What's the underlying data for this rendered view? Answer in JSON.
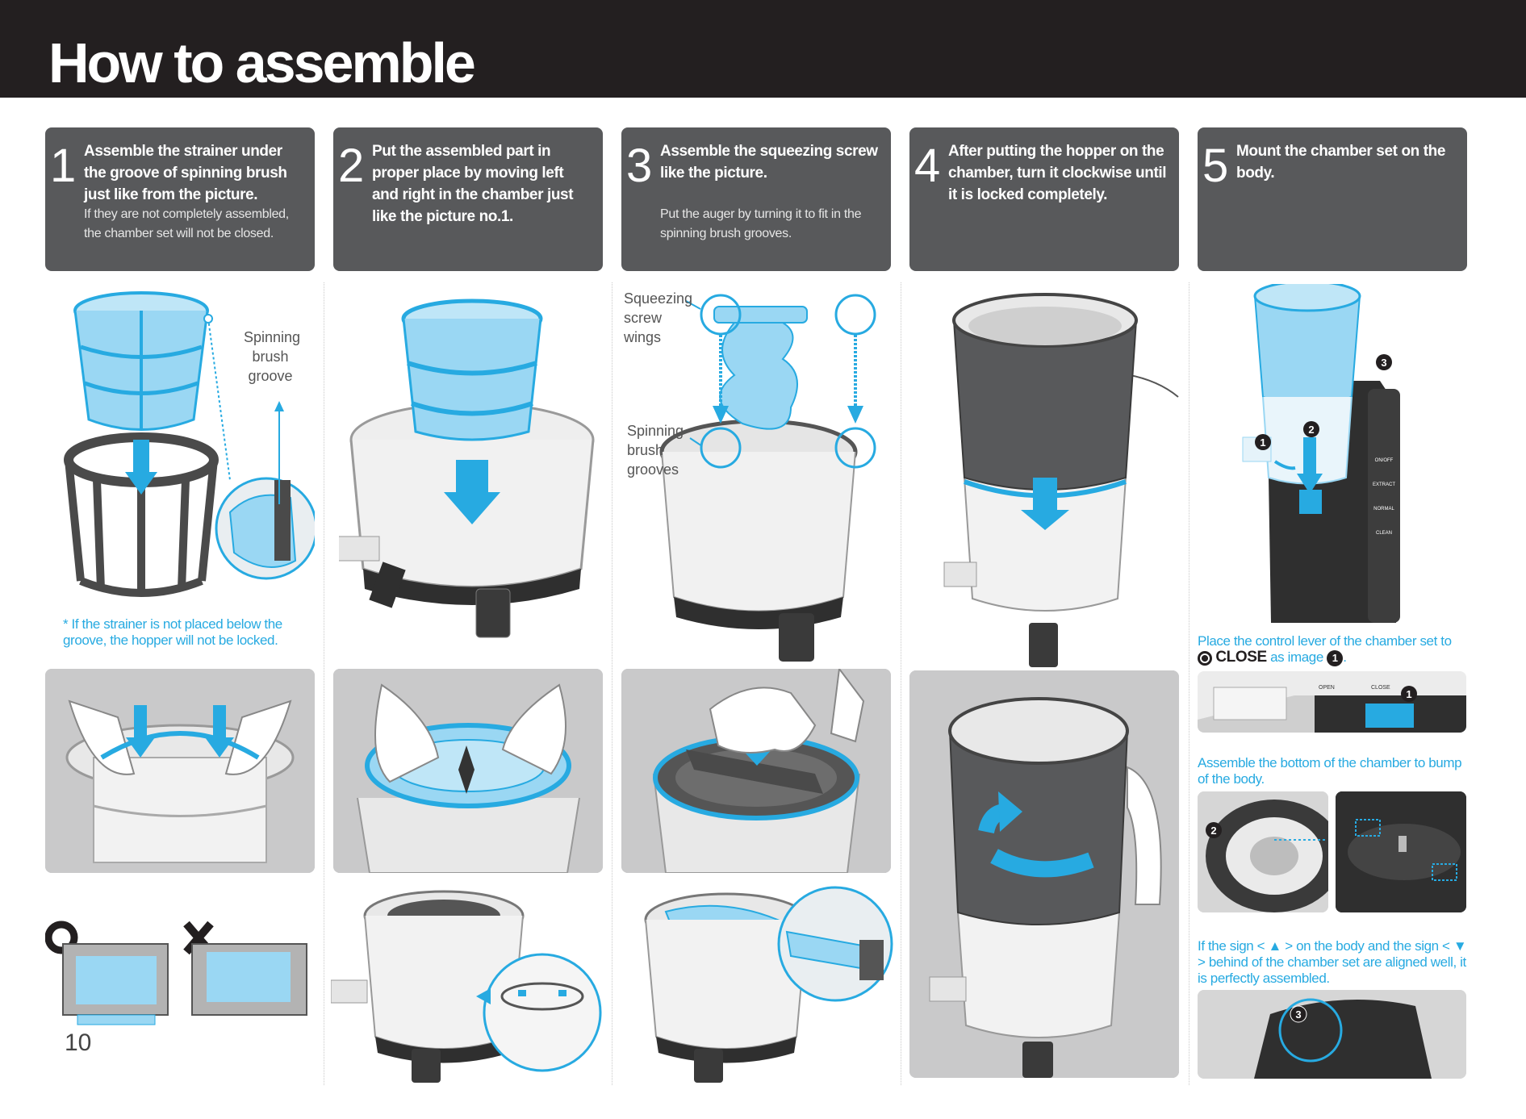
{
  "header": {
    "title": "How to assemble"
  },
  "steps": [
    {
      "number": "1",
      "title": "Assemble the strainer under the groove of spinning brush just like from the picture.",
      "note": "If they are not completely assembled, the chamber set will not be closed."
    },
    {
      "number": "2",
      "title": "Put the assembled part in proper place by moving left and right in the chamber just like the picture no.1.",
      "note": ""
    },
    {
      "number": "3",
      "title": "Assemble the squeezing screw like the picture.",
      "note": "Put the auger by turning it to fit in the spinning brush grooves."
    },
    {
      "number": "4",
      "title": "After putting the hopper on the chamber, turn it clockwise until it is locked completely.",
      "note": ""
    },
    {
      "number": "5",
      "title": "Mount the chamber set on the body.",
      "note": ""
    }
  ],
  "labels": {
    "spinning_brush_groove": [
      "Spinning",
      "brush",
      "groove"
    ],
    "squeezing_screw_wings": [
      "Squeezing",
      "screw",
      "wings"
    ],
    "spinning_brush_grooves": [
      "Spinning",
      "brush",
      "grooves"
    ]
  },
  "notes": {
    "strainer_warning": "* If the strainer is not placed below the groove, the hopper will not be locked.",
    "lever_prefix": "Place the control lever of the chamber set to",
    "lever_close": "CLOSE",
    "lever_suffix": "as image",
    "lever_badge": "1",
    "bottom_bump": "Assemble the bottom of the chamber to bump of the body.",
    "sign_aligned": "If the sign < ▲ > on the body and the sign < ▼ > behind of the chamber set are aligned well, it is perfectly assembled."
  },
  "body_buttons": [
    "ON/OFF",
    "EXTRACT",
    "NORMAL",
    "CLEAN"
  ],
  "lever_labels": {
    "open": "OPEN",
    "close": "CLOSE"
  },
  "badges": {
    "one": "1",
    "two": "2",
    "three": "3"
  },
  "marks": {
    "correct": "O",
    "wrong": "X"
  },
  "page_number": "10",
  "colors": {
    "accent_blue": "#27aae1",
    "dark_header": "#231f20",
    "step_box": "#58595b",
    "photo_panel": "#c9c9ca"
  }
}
